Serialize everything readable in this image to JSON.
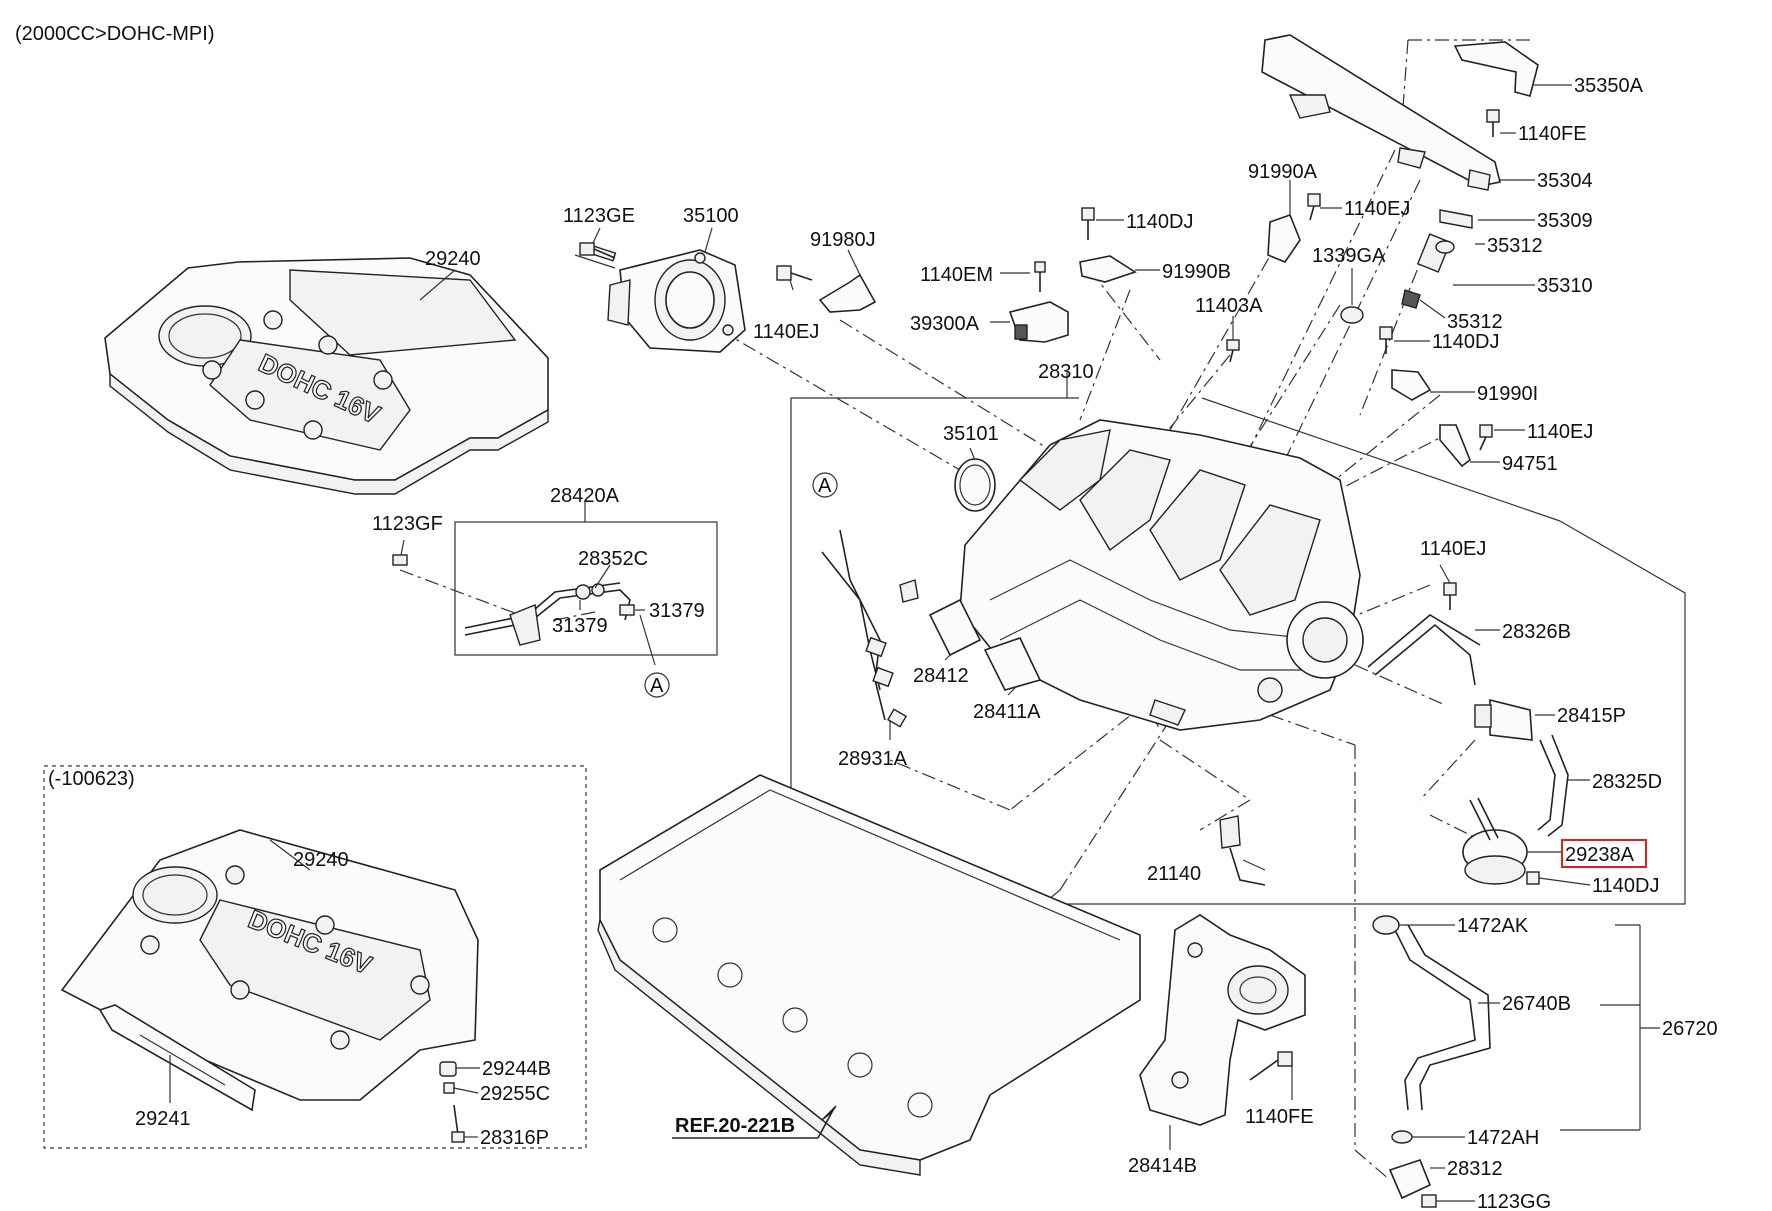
{
  "header_note": "(2000CC>DOHC-MPI)",
  "inset_note": "(-100623)",
  "ref_label": "REF.20-221B",
  "highlight_color": "#e0211b",
  "cover_logo_text": "DOHC 16V",
  "callouts": {
    "c35350A": "35350A",
    "c1140FE_top": "1140FE",
    "c35304": "35304",
    "c35309": "35309",
    "c35312_a": "35312",
    "c35310": "35310",
    "c35312_b": "35312",
    "c1140DJ_r": "1140DJ",
    "c91990I": "91990I",
    "c1140EJ_r": "1140EJ",
    "c94751": "94751",
    "c91990A": "91990A",
    "c1140EJ_top": "1140EJ",
    "c1339GA": "1339GA",
    "c1140DJ_top": "1140DJ",
    "c91990B": "91990B",
    "c11403A": "11403A",
    "c1140EM": "1140EM",
    "c39300A": "39300A",
    "c28310": "28310",
    "c1123GE": "1123GE",
    "c35100": "35100",
    "c91980J": "91980J",
    "c1140EJ_l": "1140EJ",
    "c29240_top": "29240",
    "c35101": "35101",
    "cA_1": "A",
    "c28420A": "28420A",
    "c1123GF": "1123GF",
    "c28352C": "28352C",
    "c31379_a": "31379",
    "c31379_b": "31379",
    "cA_2": "A",
    "c28412": "28412",
    "c28411A": "28411A",
    "c28931A": "28931A",
    "c1140EJ_m": "1140EJ",
    "c28326B": "28326B",
    "c28415P": "28415P",
    "c28325D": "28325D",
    "c29238A": "29238A",
    "c1140DJ_b": "1140DJ",
    "c21140": "21140",
    "c1472AK": "1472AK",
    "c26740B": "26740B",
    "c26720": "26720",
    "c1472AH": "1472AH",
    "c28312": "28312",
    "c1123GG": "1123GG",
    "c1140FE_b": "1140FE",
    "c28414B": "28414B",
    "c29240_inset": "29240",
    "c29244B": "29244B",
    "c29255C": "29255C",
    "c28316P": "28316P",
    "c29241": "29241"
  }
}
